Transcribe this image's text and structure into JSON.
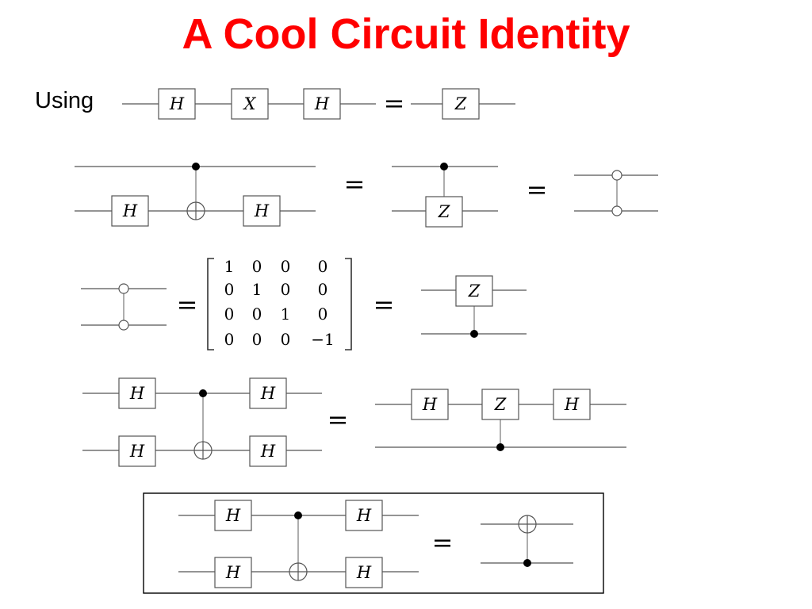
{
  "title": "A Cool Circuit Identity",
  "using_label": "Using",
  "gates": {
    "h": "H",
    "x": "X",
    "z": "Z"
  },
  "equals": "=",
  "matrix": [
    [
      "1",
      "0",
      "0",
      "0"
    ],
    [
      "0",
      "1",
      "0",
      "0"
    ],
    [
      "0",
      "0",
      "1",
      "0"
    ],
    [
      "0",
      "0",
      "0",
      "−1"
    ]
  ],
  "colors": {
    "title": "#ff0000",
    "wire": "#555555",
    "text": "#000000"
  }
}
